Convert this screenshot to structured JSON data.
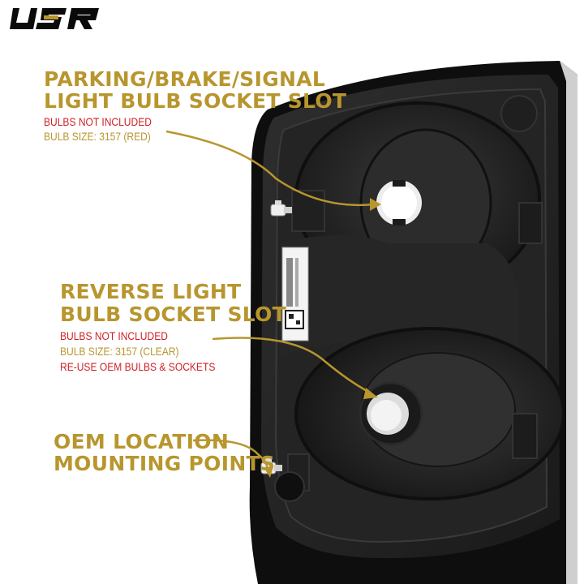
{
  "brand": {
    "logo_text": "USR"
  },
  "callouts": [
    {
      "title_line1": "PARKING/BRAKE/SIGNAL",
      "title_line2": "LIGHT BULB SOCKET SLOT",
      "notes": [
        "BULBS NOT INCLUDED",
        "BULB SIZE: 3157 (RED)"
      ]
    },
    {
      "title_line1": "REVERSE LIGHT",
      "title_line2": "BULB SOCKET SLOT",
      "notes": [
        "BULBS NOT INCLUDED",
        "BULB SIZE: 3157 (CLEAR)",
        "RE-USE OEM BULBS & SOCKETS"
      ]
    },
    {
      "title_line1": "OEM LOCATION",
      "title_line2": "MOUNTING POINTS",
      "notes": []
    }
  ],
  "colors": {
    "gold": "#b8962e",
    "red": "#d01f25",
    "housing": "#1b1b1b"
  }
}
